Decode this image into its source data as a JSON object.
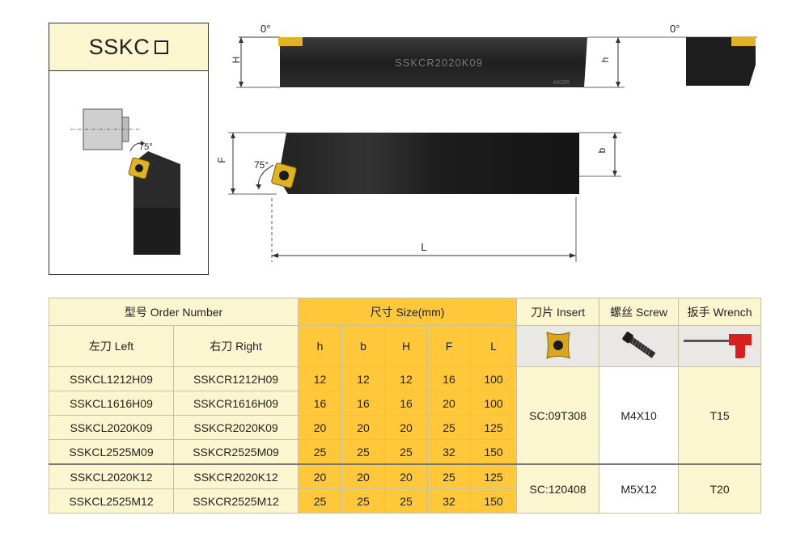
{
  "header": {
    "model_prefix": "SSKC"
  },
  "drawing": {
    "angle_top_left": "0°",
    "angle_top_right": "0°",
    "angle_side": "75°",
    "angle_detail": "75°",
    "shank_marking": "SSKCR2020K09",
    "small_marking": "KKOR",
    "dim_H": "H",
    "dim_h": "h",
    "dim_F": "F",
    "dim_b": "b",
    "dim_L": "L"
  },
  "table": {
    "header_order_number": "型号 Order Number",
    "header_size": "尺寸 Size(mm)",
    "header_insert": "刀片 Insert",
    "header_screw": "螺丝 Screw",
    "header_wrench": "扳手 Wrench",
    "col_left": "左刀 Left",
    "col_right": "右刀 Right",
    "size_columns": [
      "h",
      "b",
      "H",
      "F",
      "L"
    ],
    "rows": [
      {
        "left": "SSKCL1212H09",
        "right": "SSKCR1212H09",
        "h": "12",
        "b": "12",
        "H": "12",
        "F": "16",
        "L": "100"
      },
      {
        "left": "SSKCL1616H09",
        "right": "SSKCR1616H09",
        "h": "16",
        "b": "16",
        "H": "16",
        "F": "20",
        "L": "100"
      },
      {
        "left": "SSKCL2020K09",
        "right": "SSKCR2020K09",
        "h": "20",
        "b": "20",
        "H": "20",
        "F": "25",
        "L": "125"
      },
      {
        "left": "SSKCL2525M09",
        "right": "SSKCR2525M09",
        "h": "25",
        "b": "25",
        "H": "25",
        "F": "32",
        "L": "150"
      },
      {
        "left": "SSKCL2020K12",
        "right": "SSKCR2020K12",
        "h": "20",
        "b": "20",
        "H": "20",
        "F": "25",
        "L": "125"
      },
      {
        "left": "SSKCL2525M12",
        "right": "SSKCR2525M12",
        "h": "25",
        "b": "25",
        "H": "25",
        "F": "32",
        "L": "150"
      }
    ],
    "group1": {
      "insert": "SC:09T308",
      "screw": "M4X10",
      "wrench": "T15"
    },
    "group2": {
      "insert": "SC:120408",
      "screw": "M5X12",
      "wrench": "T20"
    }
  }
}
